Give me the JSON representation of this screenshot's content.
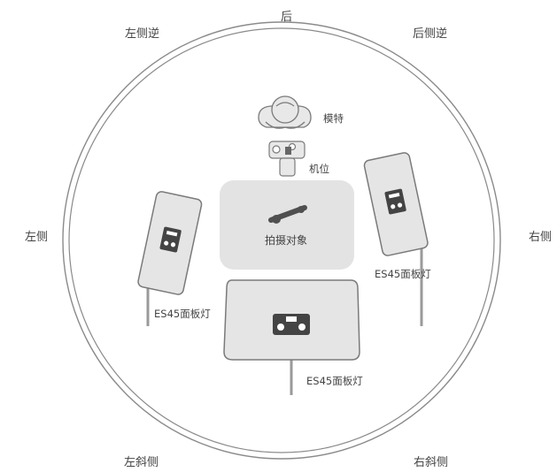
{
  "directions": {
    "back": "后",
    "back_left": "左侧逆",
    "back_right": "后侧逆",
    "left": "左侧",
    "right": "右侧",
    "front_left": "左斜侧",
    "front_right": "右斜侧"
  },
  "subjects": {
    "model": "模特",
    "camera": "机位",
    "target": "拍摄对象"
  },
  "lights": {
    "left": "ES45面板灯",
    "right": "ES45面板灯",
    "front": "ES45面板灯"
  },
  "colors": {
    "ring": "#8a8a8a",
    "panel_fill": "#e5e5e5",
    "panel_stroke": "#7a7a7a",
    "stand": "#9a9a9a",
    "target_box": "#e3e3e3",
    "icon_dark": "#555555"
  }
}
